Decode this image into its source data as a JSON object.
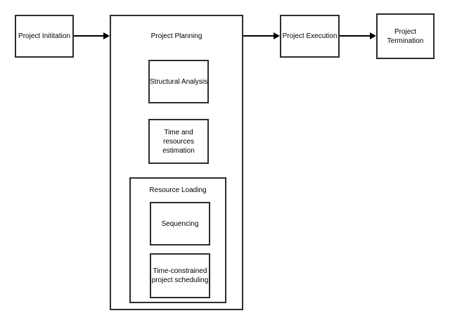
{
  "diagram": {
    "type": "flowchart",
    "colors": {
      "border": "#2d2d2d",
      "arrow": "#000000",
      "background": "#ffffff",
      "text": "#000000"
    },
    "nodes": {
      "initiation": {
        "label": "Project Inititation"
      },
      "planning": {
        "label": "Project Planning"
      },
      "structural_analysis": {
        "label": "Structural Analysis"
      },
      "time_resources": {
        "label": "Time and resources estimation"
      },
      "resource_loading": {
        "label": "Resource Loading"
      },
      "sequencing": {
        "label": "Sequencing"
      },
      "time_constrained": {
        "label": "Time-constrained project scheduling"
      },
      "execution": {
        "label": "Project Execution"
      },
      "termination": {
        "label": "Project Termination"
      }
    },
    "edges": [
      {
        "from": "Project Inititation",
        "to": "Project Planning"
      },
      {
        "from": "Project Planning",
        "to": "Project Execution"
      },
      {
        "from": "Project Execution",
        "to": "Project Termination"
      }
    ]
  }
}
